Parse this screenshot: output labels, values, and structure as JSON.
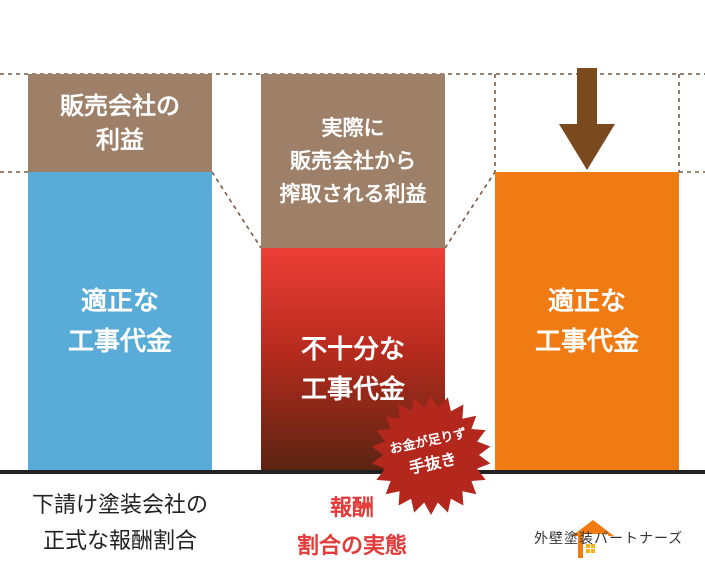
{
  "columns": [
    {
      "top_label": [
        "販売会社の",
        "利益"
      ],
      "bottom_label": [
        "適正な",
        "工事代金"
      ]
    },
    {
      "top_label": [
        "実際に",
        "販売会社から",
        "搾取される利益"
      ],
      "bottom_label": [
        "不十分な",
        "工事代金"
      ]
    },
    {
      "bottom_label": [
        "適正な",
        "工事代金"
      ]
    }
  ],
  "badge": {
    "line1": "お金が足りず",
    "line2": "手抜き"
  },
  "captions": {
    "left": [
      "下請け塗装会社の",
      "正式な報酬割合"
    ],
    "middle": [
      "報酬",
      "割合の実態"
    ]
  },
  "logo": {
    "text": "外壁塗装パートナーズ"
  },
  "colors": {
    "profit_brown": "#9e7f68",
    "proper_blue": "#59acd8",
    "proper_orange": "#ef7b12",
    "insufficient_red": "#ec3f37",
    "arrow_brown": "#7a4a1e",
    "badge_red": "#b3271d",
    "caption_red": "#e53a3a"
  },
  "icons": {
    "arrow": "down-arrow-icon",
    "logo": "house-logo-icon",
    "badge": "starburst-badge-icon"
  }
}
